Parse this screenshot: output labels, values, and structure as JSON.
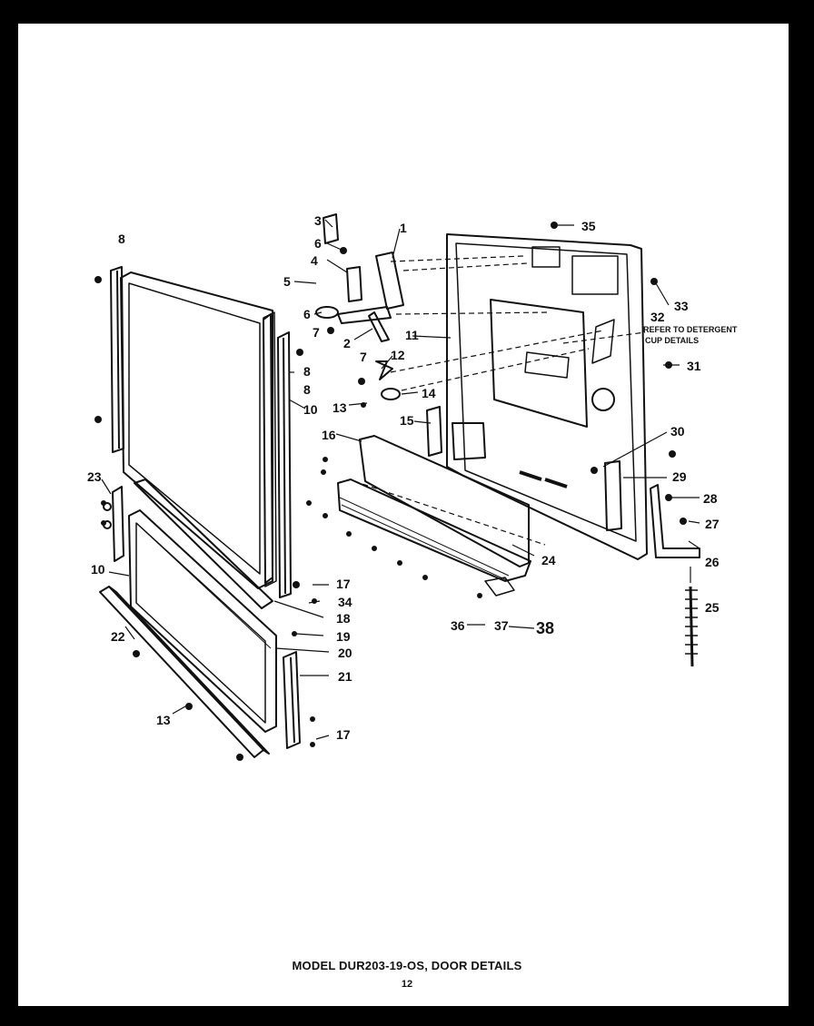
{
  "caption": {
    "title": "MODEL DUR203-19-OS, DOOR DETAILS",
    "page": "12"
  },
  "callouts": [
    "1",
    "2",
    "3",
    "4",
    "5",
    "6",
    "7",
    "8",
    "10",
    "11",
    "12",
    "13",
    "14",
    "15",
    "16",
    "17",
    "18",
    "19",
    "20",
    "21",
    "22",
    "23",
    "24",
    "25",
    "26",
    "27",
    "28",
    "29",
    "30",
    "31",
    "32",
    "33",
    "34",
    "35",
    "36",
    "37",
    "38"
  ],
  "note_lines": [
    "REFER TO DETERGENT",
    "CUP DETAILS"
  ]
}
